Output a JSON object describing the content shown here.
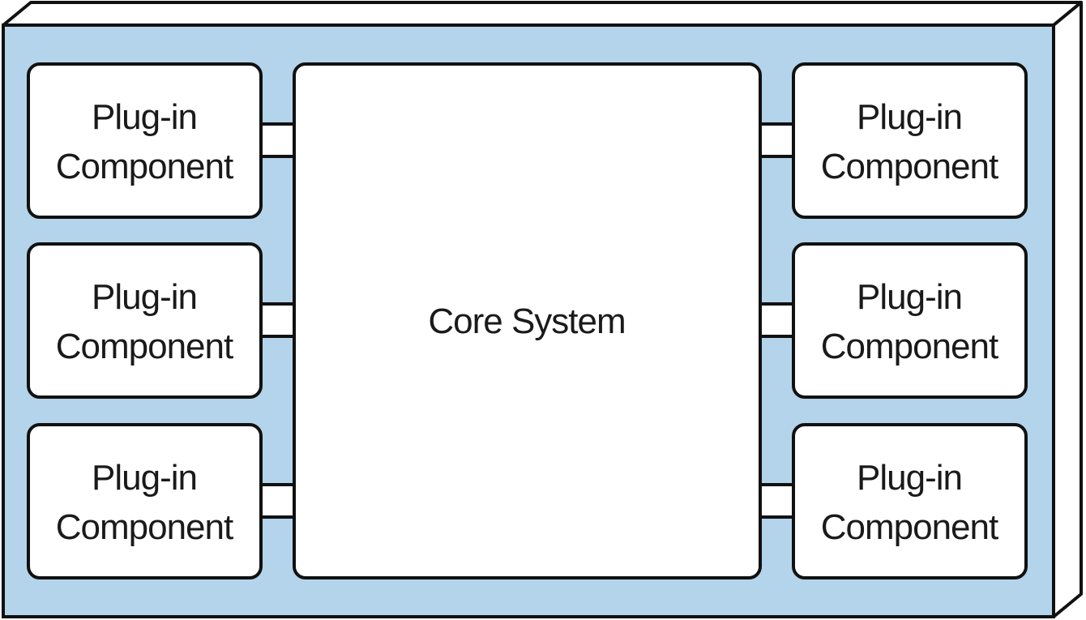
{
  "diagram": {
    "colors": {
      "background": "#ffffff",
      "container_fill": "#b3d4ea",
      "box_fill": "#ffffff",
      "stroke": "#111111"
    },
    "core": {
      "label": "Core System"
    },
    "plugins": {
      "left": [
        {
          "line1": "Plug-in",
          "line2": "Component"
        },
        {
          "line1": "Plug-in",
          "line2": "Component"
        },
        {
          "line1": "Plug-in",
          "line2": "Component"
        }
      ],
      "right": [
        {
          "line1": "Plug-in",
          "line2": "Component"
        },
        {
          "line1": "Plug-in",
          "line2": "Component"
        },
        {
          "line1": "Plug-in",
          "line2": "Component"
        }
      ]
    }
  }
}
